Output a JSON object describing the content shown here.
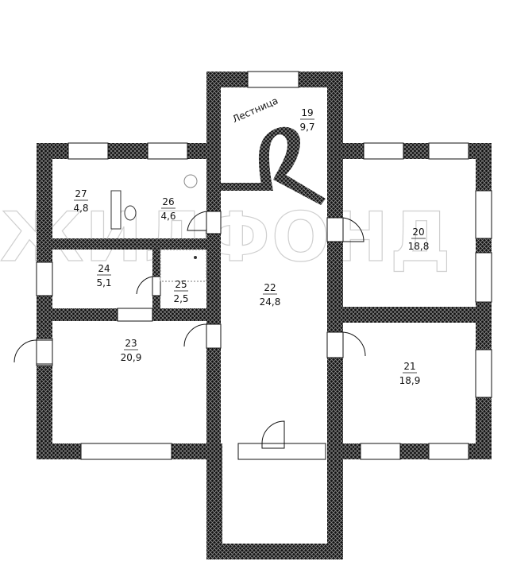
{
  "rooms": [
    {
      "id": "19",
      "number": "19",
      "area": "9,7"
    },
    {
      "id": "20",
      "number": "20",
      "area": "18,8"
    },
    {
      "id": "21",
      "number": "21",
      "area": "18,9"
    },
    {
      "id": "22",
      "number": "22",
      "area": "24,8"
    },
    {
      "id": "23",
      "number": "23",
      "area": "20,9"
    },
    {
      "id": "24",
      "number": "24",
      "area": "5,1"
    },
    {
      "id": "25",
      "number": "25",
      "area": "2,5"
    },
    {
      "id": "26",
      "number": "26",
      "area": "4,6"
    },
    {
      "id": "27",
      "number": "27",
      "area": "4,8"
    }
  ],
  "stair_label": "Лестница",
  "watermark": "ЖИЛФОНД"
}
